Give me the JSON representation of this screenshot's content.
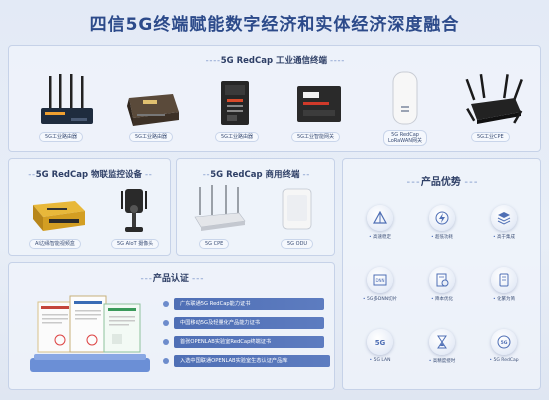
{
  "header": {
    "title": "四信5G终端赋能数字经济和实体经济深度融合"
  },
  "industrial": {
    "title": "5G RedCap 工业通信终端",
    "products": [
      {
        "label": "5G工业路由器"
      },
      {
        "label": "5G工业路由器"
      },
      {
        "label": "5G工业路由器"
      },
      {
        "label": "5G工业智能网关"
      },
      {
        "label": "5G RedCap\nLoRaWAN网关"
      },
      {
        "label": "5G工业CPE"
      }
    ]
  },
  "iot": {
    "title": "5G RedCap 物联监控设备",
    "products": [
      {
        "label": "AI边缘智能视频盒"
      },
      {
        "label": "5G AIoT 摄像头"
      }
    ]
  },
  "commercial": {
    "title": "5G RedCap 商用终端",
    "products": [
      {
        "label": "5G CPE"
      },
      {
        "label": "5G ODU"
      }
    ]
  },
  "advantages": {
    "title": "产品优势",
    "items": [
      {
        "icon": "pyramid-icon",
        "label": "高速稳定"
      },
      {
        "icon": "lightning-icon",
        "label": "超低功耗"
      },
      {
        "icon": "layers-icon",
        "label": "高于集成"
      },
      {
        "icon": "dnn-icon",
        "label": "5G多DNN切片"
      },
      {
        "icon": "cost-icon",
        "label": "降本优化"
      },
      {
        "icon": "device-icon",
        "label": "化繁为简"
      },
      {
        "icon": "5g-icon",
        "label": "5G LAN"
      },
      {
        "icon": "hourglass-icon",
        "label": "高精度授时"
      },
      {
        "icon": "5g-redcap-icon",
        "label": "5G RedCap"
      }
    ]
  },
  "certification": {
    "title": "产品认证",
    "items": [
      {
        "label": "广东联通5G RedCap能力证书"
      },
      {
        "label": "中国移动5G及轻量化产品能力证书"
      },
      {
        "label": "首张OPENLAB实验室RedCap终端证书"
      },
      {
        "label": "入选中国联通OPENLAB实验室生态认证产品库"
      }
    ]
  },
  "colors": {
    "title": "#2c4a8a",
    "accent": "#4f6fb5",
    "panel_border": "#c6d2e8"
  }
}
